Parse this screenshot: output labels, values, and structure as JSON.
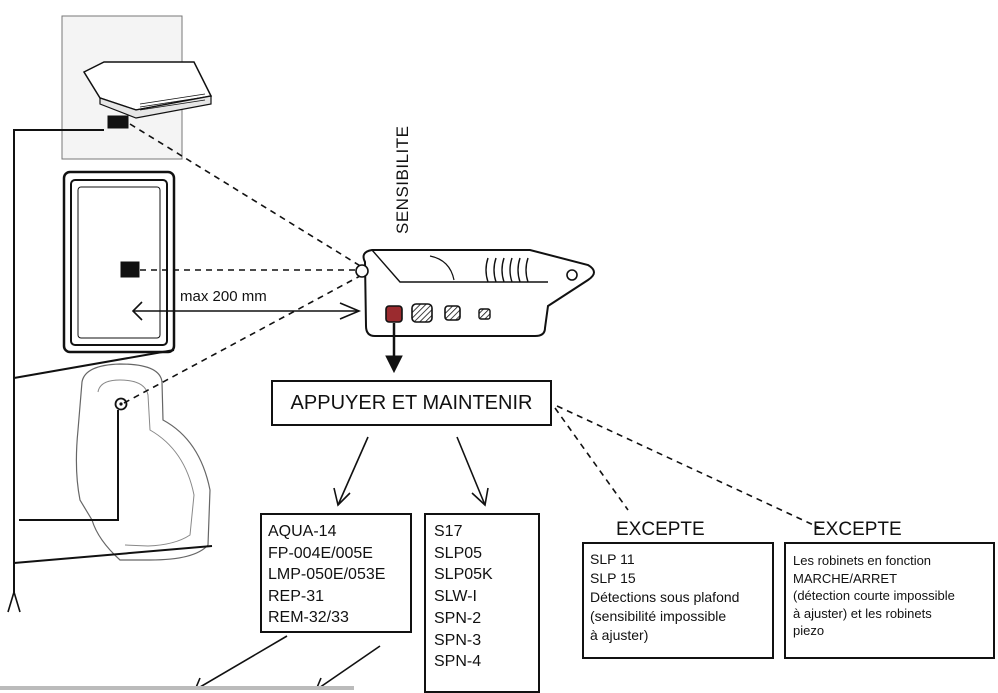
{
  "labels": {
    "sensibilite": "SENSIBILITE",
    "max_distance": "max 200 mm",
    "press_hold": "APPUYER ET MAINTENIR",
    "excepte_1": "EXCEPTE",
    "excepte_2": "EXCEPTE"
  },
  "models_list_1": [
    "AQUA-14",
    "FP-004E/005E",
    "LMP-050E/053E",
    "REP-31",
    "REM-32/33"
  ],
  "models_list_2": [
    "S17",
    "SLP05",
    "SLP05K",
    "SLW-I",
    "SPN-2",
    "SPN-3",
    "SPN-4"
  ],
  "exception_1": {
    "lines": [
      "SLP 11",
      "SLP 15",
      "Détections sous plafond",
      "(sensibilité impossible",
      "à ajuster)"
    ]
  },
  "exception_2": {
    "lines": [
      "Les robinets en fonction",
      "MARCHE/ARRET",
      "(détection courte impossible",
      "à ajuster) et les robinets",
      "piezo"
    ]
  },
  "colors": {
    "line": "#111111",
    "button_active": "#9b2b2f",
    "wall_panel": "#f3f3f3"
  },
  "icons": [
    "faucet-icon",
    "flush-plate-icon",
    "urinal-icon",
    "remote-control-icon",
    "arrow-icon"
  ]
}
